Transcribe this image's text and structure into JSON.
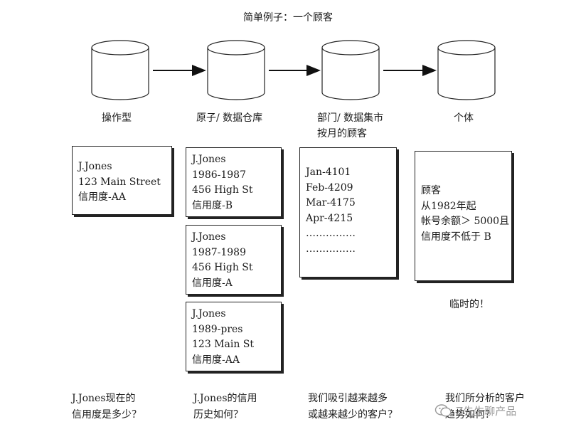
{
  "title": "简单例子：一个顾客",
  "stages": [
    {
      "label": "操作型"
    },
    {
      "label": "原子/ 数据仓库"
    },
    {
      "label_line1": "部门/ 数据集市",
      "label_line2": "按月的顾客"
    },
    {
      "label": "个体"
    }
  ],
  "operational_card": [
    "J.Jones",
    "123   Main Street",
    "信用度-AA"
  ],
  "atomic_cards": [
    [
      "J.Jones",
      "1986-1987",
      "456   High St",
      "信用度-B"
    ],
    [
      "J.Jones",
      "1987-1989",
      "456   High St",
      "信用度-A"
    ],
    [
      "J.Jones",
      "1989-pres",
      "123   Main St",
      "信用度-AA"
    ]
  ],
  "dept_card": [
    "Jan-4101",
    "Feb-4209",
    "Mar-4175",
    "Apr-4215",
    "……………",
    "……………"
  ],
  "individual_card": [
    "顾客",
    "从1982年起",
    "帐号余额＞ 5000且",
    "信用度不低于 B"
  ],
  "temporary_note": "临时的！",
  "questions": [
    [
      "J.Jones现在的",
      "信用度是多少？"
    ],
    [
      "J.Jones的信用",
      "历史如何？"
    ],
    [
      "我们吸引越来越多",
      "或越来越少的客户？"
    ],
    [
      "我们所分析的客户",
      "趋势如何？"
    ]
  ],
  "watermark": "Z先生聊产品"
}
